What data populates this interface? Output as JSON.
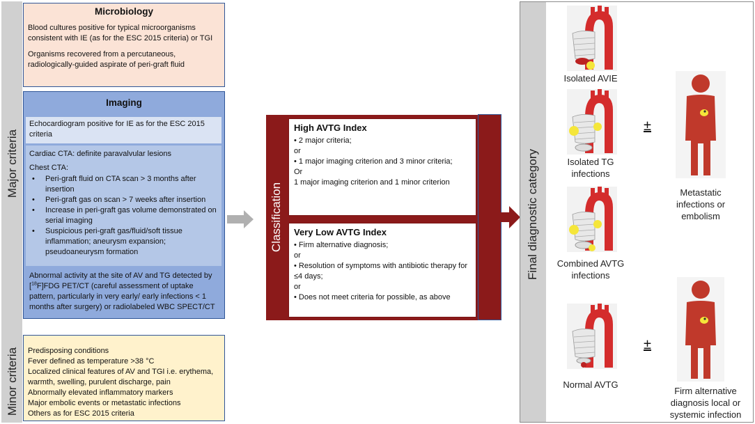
{
  "left": {
    "major_label": "Major criteria",
    "minor_label": "Minor criteria"
  },
  "microbiology": {
    "title": "Microbiology",
    "para1": "Blood cultures positive for typical microorganisms consistent with IE (as for the ESC 2015 criteria) or TGI",
    "para2": "Organisms recovered from a percutaneous, radiologically-guided aspirate of peri-graft fluid"
  },
  "imaging": {
    "title": "Imaging",
    "echo": "Echocardiogram positive for IE as for the ESC 2015 criteria",
    "cardiac_cta": "Cardiac CTA: definite paravalvular lesions",
    "chest_cta": "Chest CTA:",
    "bullets": [
      "Peri-graft fluid on CTA scan > 3 months after insertion",
      "Peri-graft gas on scan > 7 weeks after insertion",
      "Increase in peri-graft gas volume demonstrated on serial imaging",
      "Suspicious peri-graft gas/fluid/soft tissue inflammation; aneurysm expansion; pseudoaneurysm formation"
    ],
    "pet_before": "Abnormal activity at the site of AV and TG detected by [",
    "pet_sup": "18",
    "pet_after": "F]FDG PET/CT (careful assessment of uptake pattern, particularly in very early/ early infections < 1 months after surgery) or radiolabeled WBC SPECT/CT"
  },
  "minor": {
    "items": [
      "Predisposing conditions",
      "Fever defined as temperature >38 °C",
      "Localized clinical features of AV and TGI i.e. erythema, warmth, swelling, purulent discharge, pain",
      "Abnormally elevated inflammatory markers",
      "Major embolic events or metastatic infections",
      "Others as for ESC 2015 criteria"
    ]
  },
  "classification": {
    "label": "Classification",
    "high": {
      "title": "High AVTG Index",
      "lines": [
        "• 2 major criteria;",
        "or",
        "• 1 major imaging criterion and 3 minor criteria;",
        "Or",
        "1 major imaging criterion and 1 minor criterion"
      ]
    },
    "low": {
      "title": "Very Low AVTG Index",
      "lines": [
        "• Firm alternative diagnosis;",
        "or",
        "• Resolution of symptoms with antibiotic therapy for ≤4 days;",
        "or",
        "• Does not meet criteria for possible, as above"
      ]
    }
  },
  "final": {
    "label": "Final diagnostic category",
    "cats": [
      "Isolated AVIE",
      "Isolated TG infections",
      "Combined AVTG infections",
      "Normal AVTG"
    ],
    "plus_minus": "±",
    "metastatic": "Metastatic infections or embolism",
    "firm": "Firm alternative diagnosis local or systemic infection"
  },
  "colors": {
    "micro_bg": "#fbe3d6",
    "imaging_bg": "#8faadc",
    "minor_bg": "#fff2cc",
    "class_red": "#8b1a1a",
    "border_blue": "#2f5597",
    "gray": "#d0d0d0"
  }
}
